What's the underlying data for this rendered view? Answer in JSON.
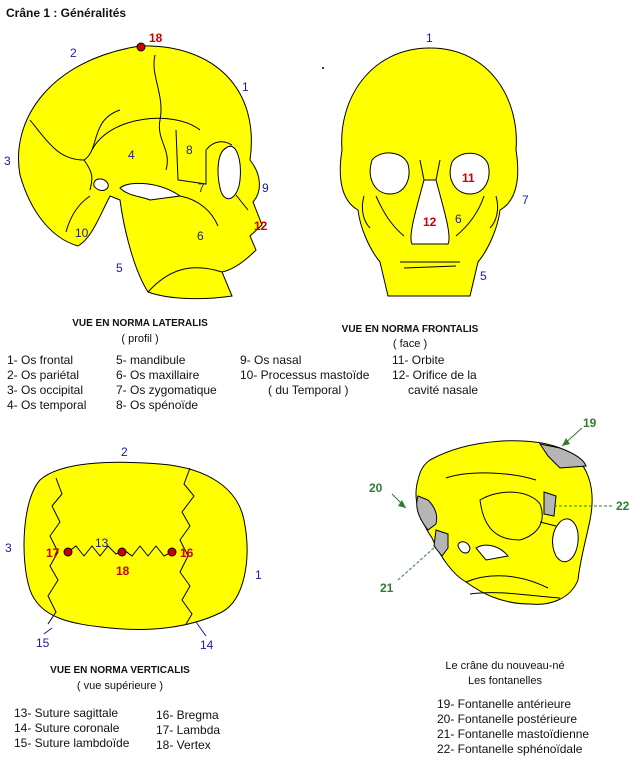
{
  "title": "Crâne 1 : Généralités",
  "colors": {
    "bone": "#ffff00",
    "outline": "#000000",
    "label_blue": "#1a1a9c",
    "label_red": "#cc0000",
    "label_green": "#2e7d32",
    "fontanelle": "#b5b5b5"
  },
  "numbers": {
    "lat": {
      "n1": "1",
      "n2": "2",
      "n3": "3",
      "n4": "4",
      "n5": "5",
      "n6": "6",
      "n7": "7",
      "n8": "8",
      "n9": "9",
      "n10": "10",
      "n12": "12",
      "n18": "18"
    },
    "front": {
      "n1": "1",
      "n5": "5",
      "n6": "6",
      "n7": "7",
      "n11": "11",
      "n12": "12"
    },
    "vert": {
      "n1": "1",
      "n2": "2",
      "n3": "3",
      "n13": "13",
      "n14": "14",
      "n15": "15",
      "n16": "16",
      "n17": "17",
      "n18": "18"
    },
    "newborn": {
      "n19": "19",
      "n20": "20",
      "n21": "21",
      "n22": "22"
    }
  },
  "lateral": {
    "caption": "VUE EN NORMA LATERALIS",
    "subcaption": "( profil )"
  },
  "frontal": {
    "caption": "VUE EN NORMA FRONTALIS",
    "subcaption": "( face )"
  },
  "vertical": {
    "caption": "VUE EN NORMA VERTICALIS",
    "subcaption": "( vue supérieure )"
  },
  "newborn": {
    "caption_line1": "Le crâne du nouveau-né",
    "caption_line2": "Les fontanelles"
  },
  "legend_top": {
    "col1": [
      "1- Os frontal",
      "2- Os pariétal",
      "3- Os occipital",
      "4- Os temporal"
    ],
    "col2": [
      "5- mandibule",
      "6- Os maxillaire",
      "7- Os zygomatique",
      "8- Os spénoïde"
    ],
    "col3": [
      "9- Os nasal",
      "10- Processus mastoïde",
      "( du Temporal )"
    ],
    "col4": [
      "11- Orbite",
      "12- Orifice de la",
      "cavité nasale"
    ]
  },
  "legend_sutures": {
    "col1": [
      "13- Suture sagittale",
      "14- Suture coronale",
      "15- Suture lambdoïde"
    ],
    "col2": [
      "16- Bregma",
      "17- Lambda",
      "18- Vertex"
    ]
  },
  "legend_fontanelles": [
    "19- Fontanelle antérieure",
    "20- Fontanelle postérieure",
    "21- Fontanelle mastoïdienne",
    "22- Fontanelle sphénoïdale"
  ]
}
